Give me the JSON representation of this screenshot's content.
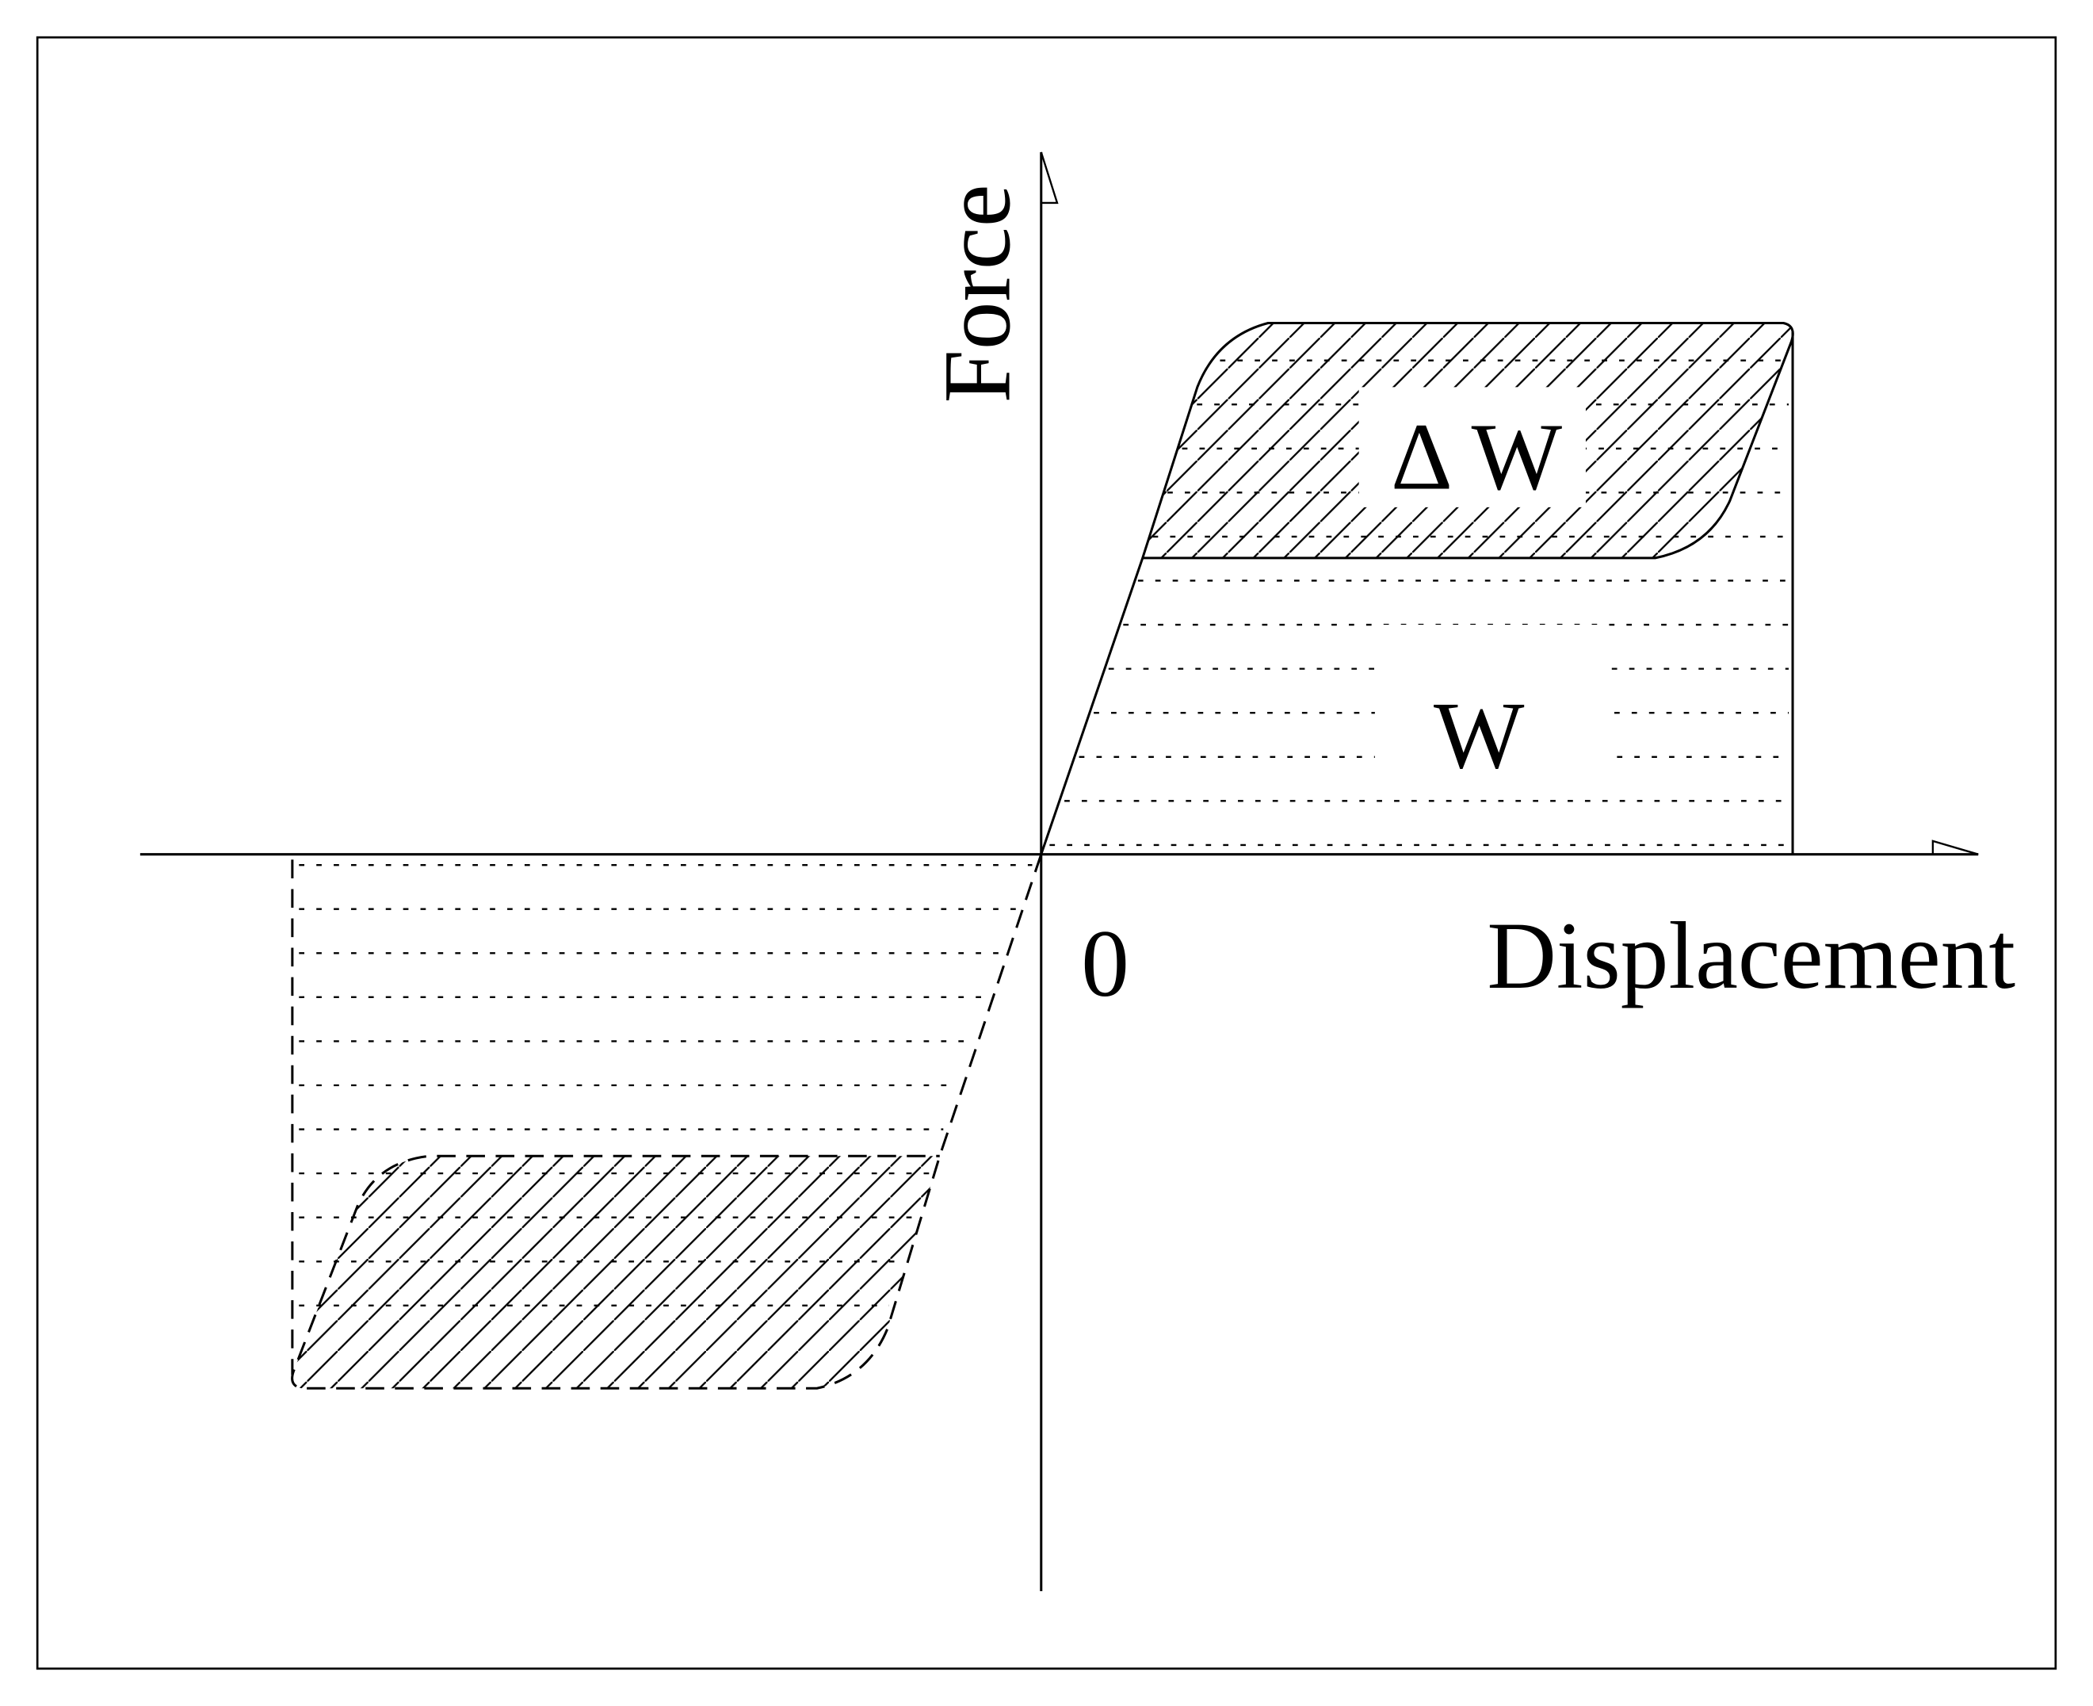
{
  "labels": {
    "y_axis": "Force",
    "x_axis": "Displacement",
    "origin": "0",
    "delta_w": "Δ W",
    "w": "W"
  },
  "colors": {
    "ink": "#000000",
    "background": "#ffffff"
  }
}
